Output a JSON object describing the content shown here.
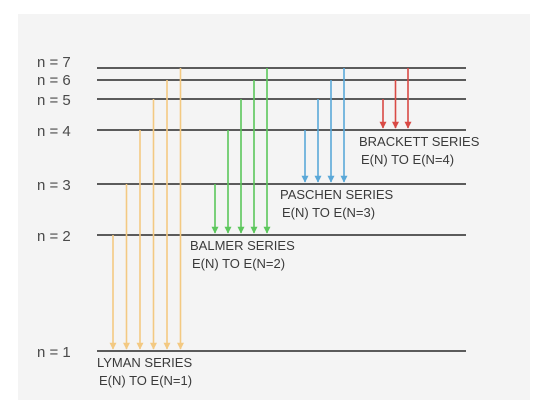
{
  "levels": [
    {
      "n": 1,
      "label": "n = 1"
    },
    {
      "n": 2,
      "label": "n = 2"
    },
    {
      "n": 3,
      "label": "n = 3"
    },
    {
      "n": 4,
      "label": "n = 4"
    },
    {
      "n": 5,
      "label": "n = 5"
    },
    {
      "n": 6,
      "label": "n = 6"
    },
    {
      "n": 7,
      "label": "n = 7"
    }
  ],
  "series": [
    {
      "key": "lyman",
      "name": "LYMAN SERIES",
      "rule": "E(N) TO E(N=1)",
      "target": 1,
      "from": [
        2,
        3,
        4,
        5,
        6,
        7
      ],
      "color": "#f3c982"
    },
    {
      "key": "balmer",
      "name": "BALMER SERIES",
      "rule": "E(N) TO E(N=2)",
      "target": 2,
      "from": [
        3,
        4,
        5,
        6,
        7
      ],
      "color": "#5cc75c"
    },
    {
      "key": "paschen",
      "name": "PASCHEN SERIES",
      "rule": "E(N) TO E(N=3)",
      "target": 3,
      "from": [
        4,
        5,
        6,
        7
      ],
      "color": "#5aa8d8"
    },
    {
      "key": "brackett",
      "name": "BRACKETT SERIES",
      "rule": "E(N) TO E(N=4)",
      "target": 4,
      "from": [
        5,
        6,
        7
      ],
      "color": "#d94a45"
    }
  ]
}
